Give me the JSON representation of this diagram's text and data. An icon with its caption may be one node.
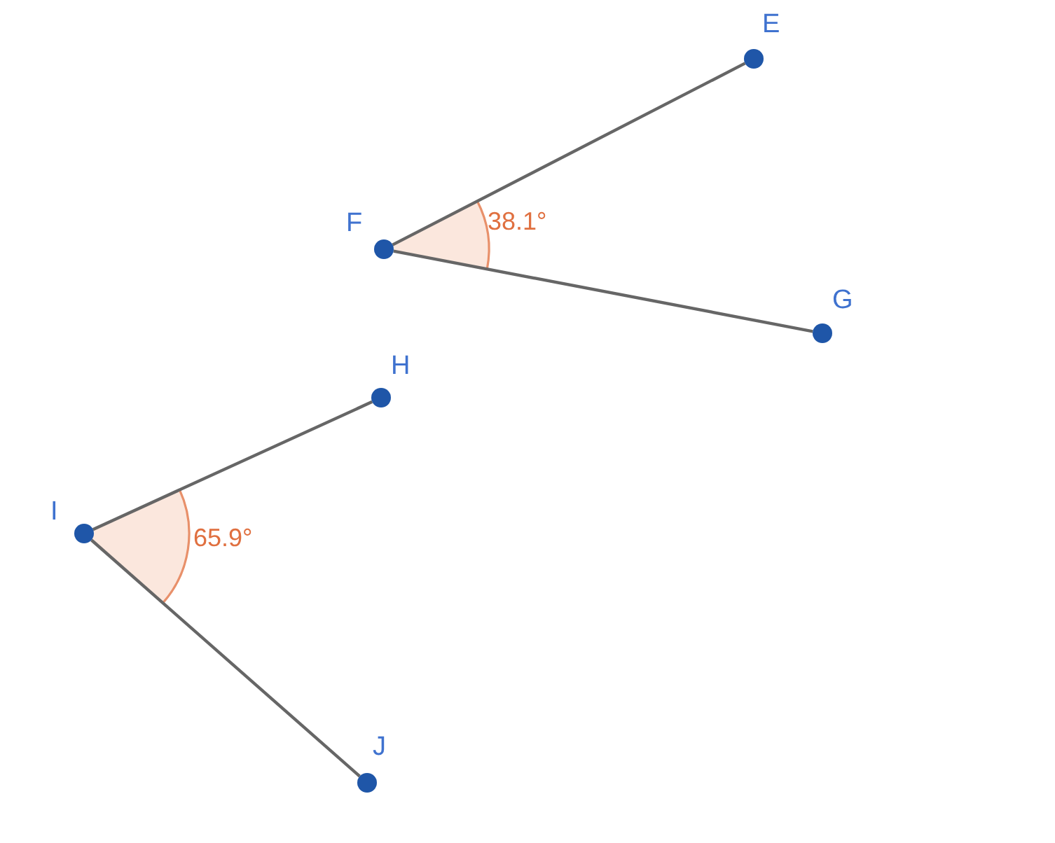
{
  "diagram": {
    "nodes": [
      {
        "text": [],
        "shape": "circle",
        "beside": [
          "E"
        ]
      },
      {
        "text": [],
        "shape": "circle",
        "beside": [
          "F"
        ]
      },
      {
        "text": [],
        "shape": "circle",
        "beside": [
          "G"
        ]
      },
      {
        "text": [],
        "shape": "circle",
        "beside": [
          "H"
        ]
      },
      {
        "text": [],
        "shape": "circle",
        "beside": [
          "I"
        ]
      },
      {
        "text": [],
        "shape": "circle",
        "beside": [
          "J"
        ]
      }
    ],
    "edges": [
      {
        "from": 1,
        "to": 0,
        "arrow": "none"
      },
      {
        "from": 1,
        "to": 2,
        "arrow": "none"
      },
      {
        "from": 4,
        "to": 3,
        "arrow": "none"
      },
      {
        "from": 4,
        "to": 5,
        "arrow": "none"
      }
    ],
    "labels": [
      "38.1°",
      "65.9°"
    ]
  }
}
